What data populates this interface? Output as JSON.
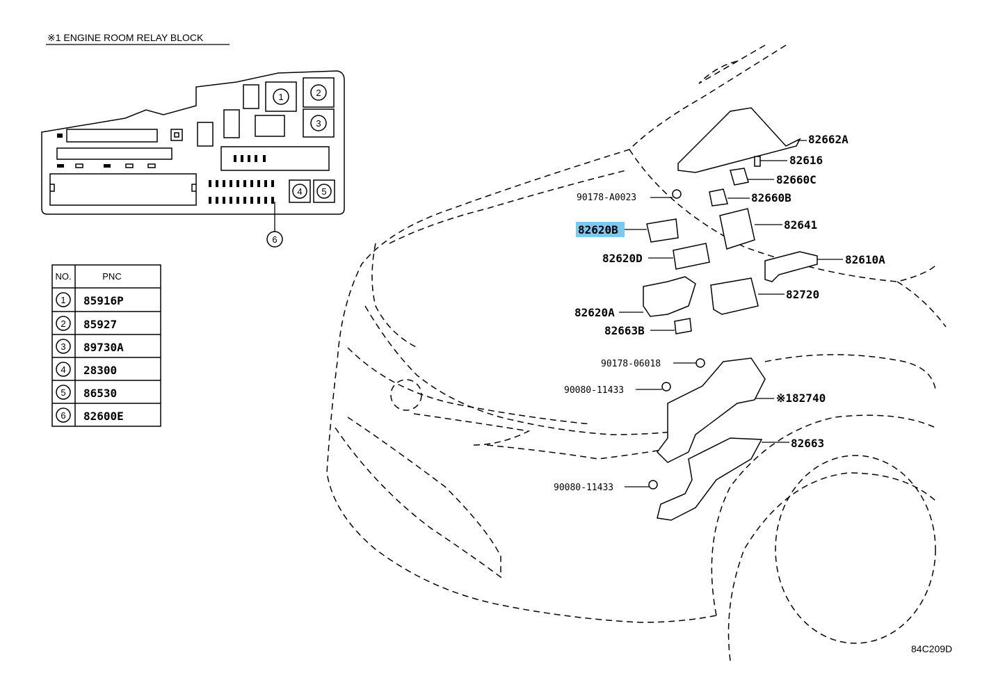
{
  "relay_block": {
    "title": "※1 ENGINE ROOM RELAY BLOCK",
    "circle_numbers": [
      "1",
      "2",
      "3",
      "4",
      "5",
      "6"
    ]
  },
  "table": {
    "headers": [
      "NO.",
      "PNC"
    ],
    "rows": [
      {
        "no": "1",
        "pnc": "85916P"
      },
      {
        "no": "2",
        "pnc": "85927"
      },
      {
        "no": "3",
        "pnc": "89730A"
      },
      {
        "no": "4",
        "pnc": "28300"
      },
      {
        "no": "5",
        "pnc": "86530"
      },
      {
        "no": "6",
        "pnc": "82600E"
      }
    ]
  },
  "callouts": {
    "p82662A": "82662A",
    "p82616": "82616",
    "p82660C": "82660C",
    "p82660B": "82660B",
    "p90178A0023": "90178-A0023",
    "p82620B": "82620B",
    "p82641": "82641",
    "p82620D": "82620D",
    "p82610A": "82610A",
    "p82720": "82720",
    "p82620A": "82620A",
    "p82663B": "82663B",
    "p9017806018": "90178-06018",
    "p9008011433a": "90080-11433",
    "p82740": "※182740",
    "p82663": "82663",
    "p9008011433b": "90080-11433"
  },
  "highlight_color": "#7ec8f0",
  "diagram_code": "84C209D"
}
